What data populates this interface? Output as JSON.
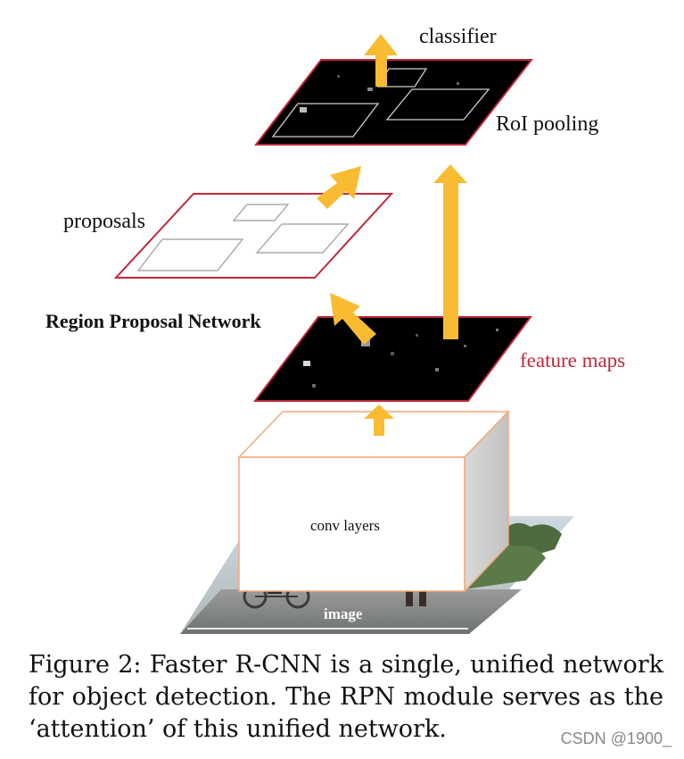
{
  "labels": {
    "classifier": "classifier",
    "roi_pooling": "RoI pooling",
    "proposals": "proposals",
    "rpn": "Region Proposal Network",
    "feature_maps": "feature maps",
    "conv_layers": "conv layers",
    "image": "image"
  },
  "caption": {
    "text": "Figure 2: Faster R-CNN is a single, unified network for object detection. The RPN module serves as the ‘attention’ of this unified network."
  },
  "watermark": "CSDN @1900_",
  "colors": {
    "arrow": "#F8BB32",
    "plane_border_red": "#C0283A",
    "feature_map_fill": "#000000",
    "conv_border": "#F5A77A",
    "feature_label": "#C0283A"
  }
}
